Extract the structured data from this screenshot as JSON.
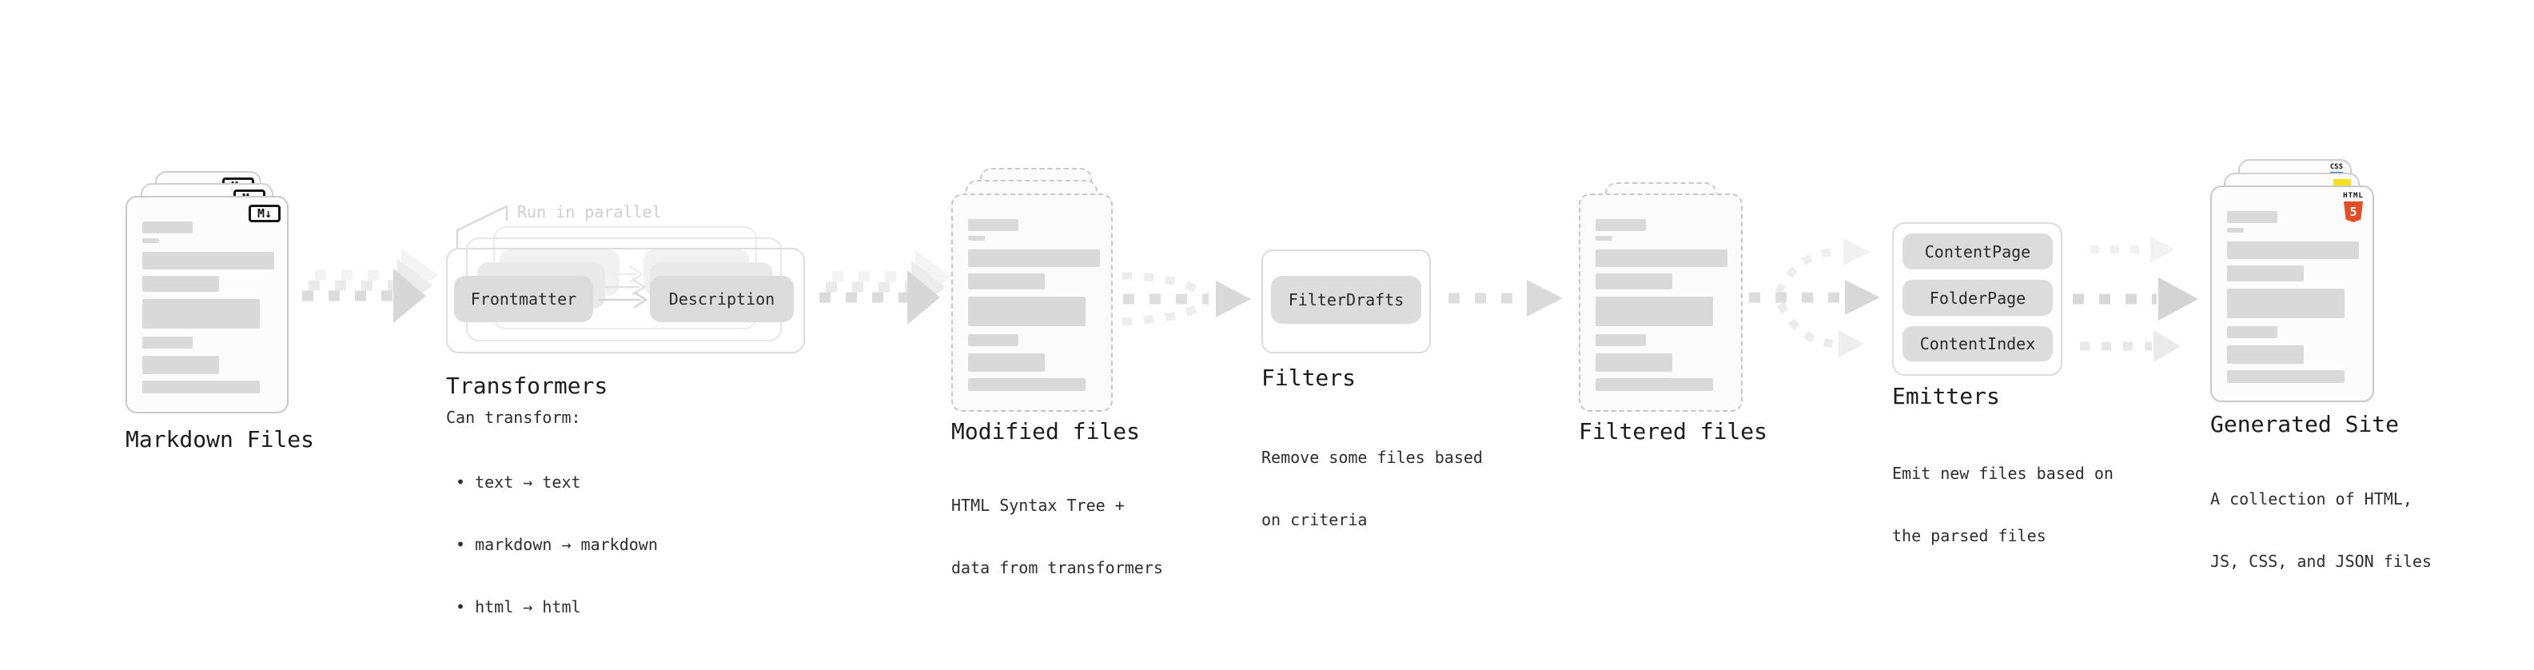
{
  "stations": {
    "markdown_files": {
      "title": "Markdown Files",
      "badge": "M↓"
    },
    "transformers": {
      "annotation": "Run in parallel",
      "pill_left": "Frontmatter",
      "pill_right": "Description",
      "title": "Transformers",
      "subtitle": "Can transform:",
      "bullet_char": "•",
      "bullets": [
        "text → text",
        "markdown → markdown",
        "html → html"
      ]
    },
    "modified_files": {
      "title": "Modified files",
      "description": [
        "HTML Syntax Tree +",
        "data from transformers"
      ]
    },
    "filters": {
      "title": "Filters",
      "pill": "FilterDrafts",
      "description": [
        "Remove some files based",
        "on criteria"
      ]
    },
    "filtered_files": {
      "title": "Filtered files"
    },
    "emitters": {
      "title": "Emitters",
      "pills": [
        "ContentPage",
        "FolderPage",
        "ContentIndex"
      ],
      "description": [
        "Emit new files based on",
        "the parsed files"
      ]
    },
    "generated_site": {
      "title": "Generated Site",
      "description": [
        "A collection of HTML,",
        "JS, CSS, and JSON files"
      ],
      "badges": {
        "css_label": "CSS",
        "html5_label": "HTML",
        "html5_number": "5"
      }
    }
  },
  "colors": {
    "html5_orange": "#e44d26",
    "js_yellow": "#f6df1d",
    "css_blue": "#2b62e9",
    "placeholder_bar": "#d9d9d9",
    "arrow_gray": "#d9d9d9",
    "annotation_gray": "#cfcfcf"
  }
}
